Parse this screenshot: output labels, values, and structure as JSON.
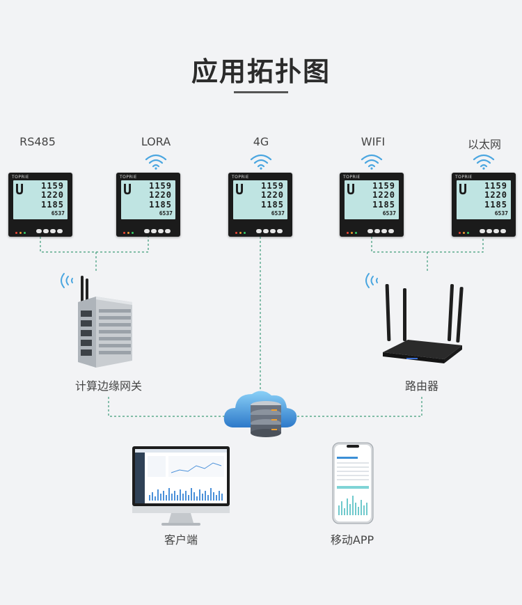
{
  "title": "应用拓扑图",
  "meters": [
    {
      "protocol": "RS485",
      "brand": "TOPRIE",
      "readings": [
        "U",
        "1159",
        "1220",
        "1185",
        "6537"
      ],
      "wireless": false
    },
    {
      "protocol": "LORA",
      "brand": "TOPRIE",
      "readings": [
        "U",
        "1159",
        "1220",
        "1185",
        "6537"
      ],
      "wireless": true
    },
    {
      "protocol": "4G",
      "brand": "TOPRIE",
      "readings": [
        "U",
        "1159",
        "1220",
        "1185",
        "6537"
      ],
      "wireless": true
    },
    {
      "protocol": "WIFI",
      "brand": "TOPRIE",
      "readings": [
        "U",
        "1159",
        "1220",
        "1185",
        "6537"
      ],
      "wireless": true
    },
    {
      "protocol": "以太网",
      "brand": "TOPRIE",
      "readings": [
        "U",
        "1159",
        "1220",
        "1185",
        "6537"
      ],
      "wireless": true
    }
  ],
  "nodes": {
    "gateway": "计算边缘网关",
    "router": "路由器",
    "client": "客户端",
    "mobile": "移动APP"
  },
  "colors": {
    "connector": "#3c9a78",
    "screen": "#bfe4e2",
    "cloud": "#3f8fd6",
    "wifi": "#4aa6e0"
  }
}
